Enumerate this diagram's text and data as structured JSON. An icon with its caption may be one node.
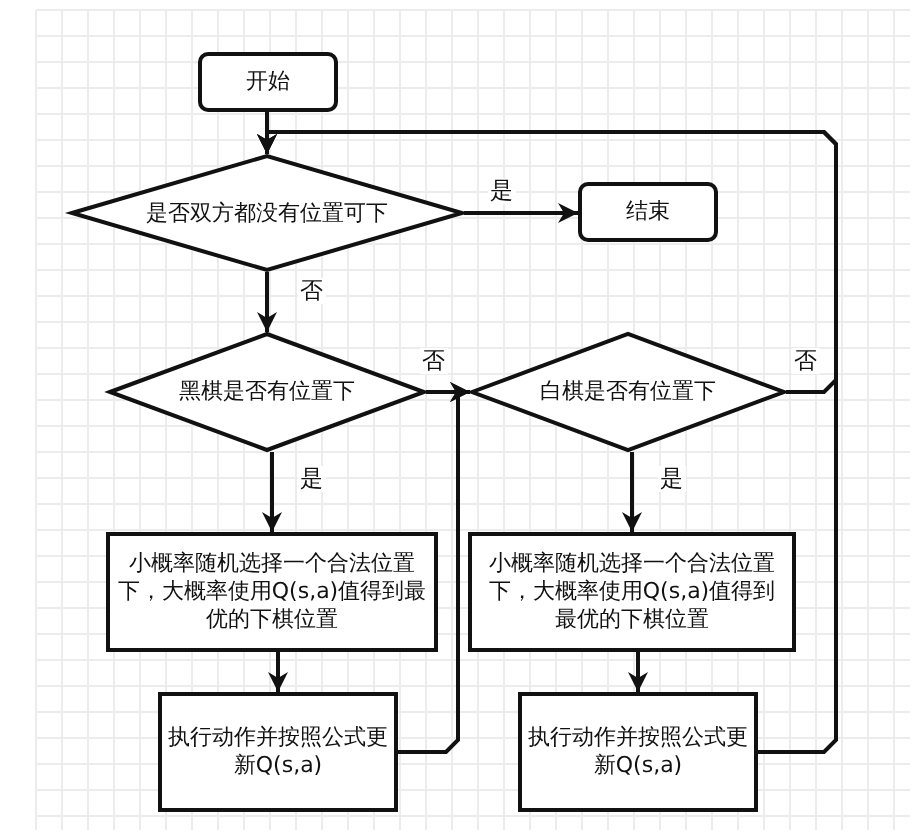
{
  "diagram": {
    "nodes": [
      {
        "text": [
          "开始"
        ]
      },
      {
        "text": [
          "是否双方都没有位置可下"
        ]
      },
      {
        "text": [
          "结束"
        ]
      },
      {
        "text": [
          "黑棋是否有位置下"
        ]
      },
      {
        "text": [
          "白棋是否有位置下"
        ]
      },
      {
        "text": [
          "小概率随机选择一个合法位置下，大概率使用Q(s,a)值得到最优的下棋位置"
        ]
      },
      {
        "text": [
          "执行动作并按照公式更新Q(s,a)"
        ]
      },
      {
        "text": [
          "小概率随机选择一个合法位置下，大概率使用Q(s,a)值得到最优的下棋位置"
        ]
      },
      {
        "text": [
          "执行动作并按照公式更新Q(s,a)"
        ]
      }
    ],
    "edges": [
      {
        "from": 0,
        "to": 1,
        "arrow": "to"
      },
      {
        "from": 1,
        "to": 2,
        "arrow": "to",
        "label": "是"
      },
      {
        "from": 1,
        "to": 3,
        "arrow": "to",
        "label": "否"
      },
      {
        "from": 3,
        "to": 5,
        "arrow": "to",
        "label": "是"
      },
      {
        "from": 5,
        "to": 6,
        "arrow": "to"
      },
      {
        "from": 6,
        "to": 4,
        "arrow": "to"
      },
      {
        "from": 3,
        "to": 4,
        "arrow": "to",
        "label": "否"
      },
      {
        "from": 4,
        "to": 7,
        "arrow": "to",
        "label": "是"
      },
      {
        "from": 7,
        "to": 8,
        "arrow": "to"
      },
      {
        "from": 4,
        "to": 1,
        "arrow": "to",
        "label": "否"
      },
      {
        "from": 8,
        "to": 1,
        "arrow": "to"
      }
    ]
  }
}
